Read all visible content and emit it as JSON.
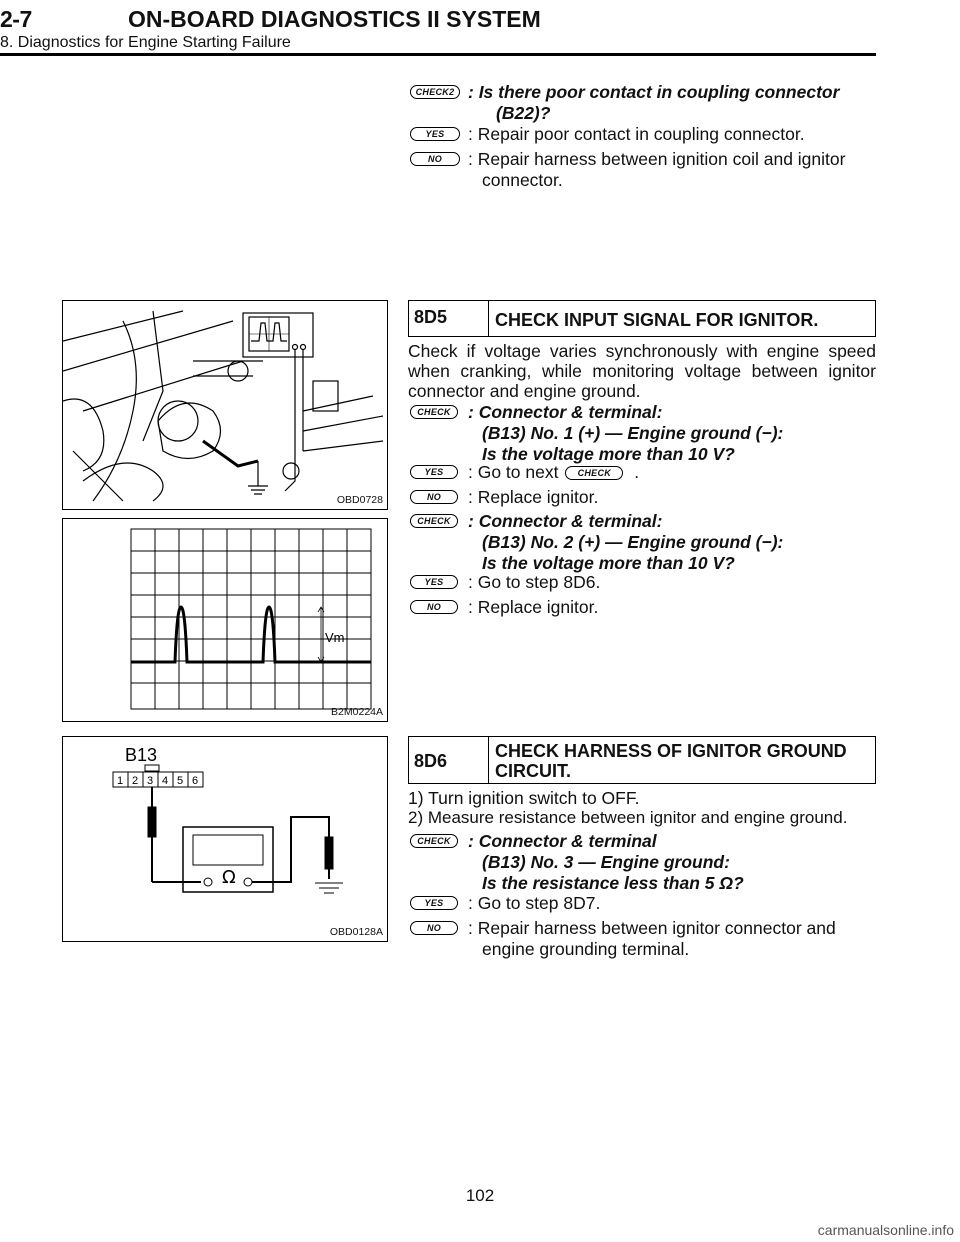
{
  "header": {
    "section_number": "2-7",
    "title": "ON-BOARD DIAGNOSTICS II SYSTEM",
    "subtitle": "8. Diagnostics for Engine Starting Failure"
  },
  "badges": {
    "check2": "CHECK2",
    "check": "CHECK",
    "yes": "YES",
    "no": "NO"
  },
  "top_block": {
    "check2_text": ": Is there poor contact in coupling connector",
    "check2_text2": "(B22)?",
    "yes_text": ": Repair poor contact in coupling connector.",
    "no_text": ": Repair harness between ignition coil and ignitor",
    "no_text2": "connector."
  },
  "step_8d5": {
    "number": "8D5",
    "title": "CHECK INPUT SIGNAL FOR IGNITOR.",
    "intro": "Check if voltage varies synchronously with engine speed when cranking, while monitoring voltage between ignitor connector and engine ground.",
    "check1_l1": ": Connector & terminal:",
    "check1_l2": "(B13) No. 1 (+) — Engine ground (−):",
    "check1_l3": "Is the voltage more than 10 V?",
    "yes1_prefix": ": Go to next",
    "yes1_suffix": ".",
    "no1": ": Replace ignitor.",
    "check2_l1": ": Connector & terminal:",
    "check2_l2": "(B13) No. 2 (+) — Engine ground (−):",
    "check2_l3": "Is the voltage more than 10 V?",
    "yes2_prefix": ": Go to step",
    "yes2_ref": "8D6",
    "yes2_suffix": ".",
    "no2": ": Replace ignitor."
  },
  "step_8d6": {
    "number": "8D6",
    "title": "CHECK HARNESS OF IGNITOR GROUND CIRCUIT.",
    "item1": "1)  Turn ignition switch to OFF.",
    "item2": "2)  Measure resistance between ignitor and engine ground.",
    "check_l1": ": Connector & terminal",
    "check_l2": "(B13) No. 3 — Engine ground:",
    "check_l3": "Is the resistance less than 5",
    "check_l3_unit": "Ω?",
    "yes_prefix": ": Go to step",
    "yes_ref": "8D7",
    "yes_suffix": ".",
    "no_l1": ": Repair harness between ignitor connector and",
    "no_l2": "engine grounding terminal."
  },
  "figures": {
    "fig1_caption": "OBD0728",
    "fig2_caption": "B2M0224A",
    "fig2_label": "Vm",
    "fig3_caption": "OBD0128A",
    "fig3_connector": "B13",
    "fig3_pins": [
      "1",
      "2",
      "3",
      "4",
      "5",
      "6"
    ],
    "fig3_meter_symbol": "Ω"
  },
  "footer": {
    "page_number": "102",
    "watermark": "carmanualsonline.info"
  }
}
